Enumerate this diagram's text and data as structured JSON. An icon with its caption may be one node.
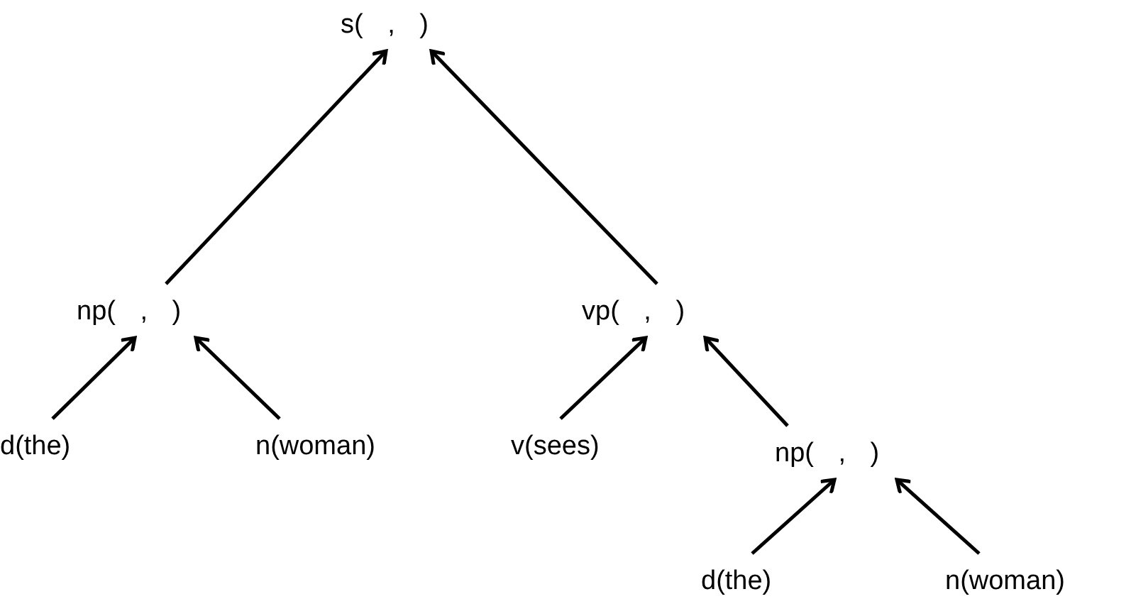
{
  "diagram": {
    "nodes": [
      {
        "text": [
          "s( , )"
        ]
      },
      {
        "text": [
          "np( , )"
        ]
      },
      {
        "text": [
          "vp( , )"
        ]
      },
      {
        "text": [
          "d(the)"
        ]
      },
      {
        "text": [
          "n(woman)"
        ]
      },
      {
        "text": [
          "v(sees)"
        ]
      },
      {
        "text": [
          "np( , )"
        ]
      },
      {
        "text": [
          "d(the)"
        ]
      },
      {
        "text": [
          "n(woman)"
        ]
      }
    ],
    "edges": [
      {
        "from": 1,
        "to": 0,
        "arrow": "to"
      },
      {
        "from": 2,
        "to": 0,
        "arrow": "to"
      },
      {
        "from": 3,
        "to": 1,
        "arrow": "to"
      },
      {
        "from": 4,
        "to": 1,
        "arrow": "to"
      },
      {
        "from": 5,
        "to": 2,
        "arrow": "to"
      },
      {
        "from": 6,
        "to": 2,
        "arrow": "to"
      },
      {
        "from": 7,
        "to": 6,
        "arrow": "to"
      },
      {
        "from": 8,
        "to": 6,
        "arrow": "to"
      }
    ]
  }
}
